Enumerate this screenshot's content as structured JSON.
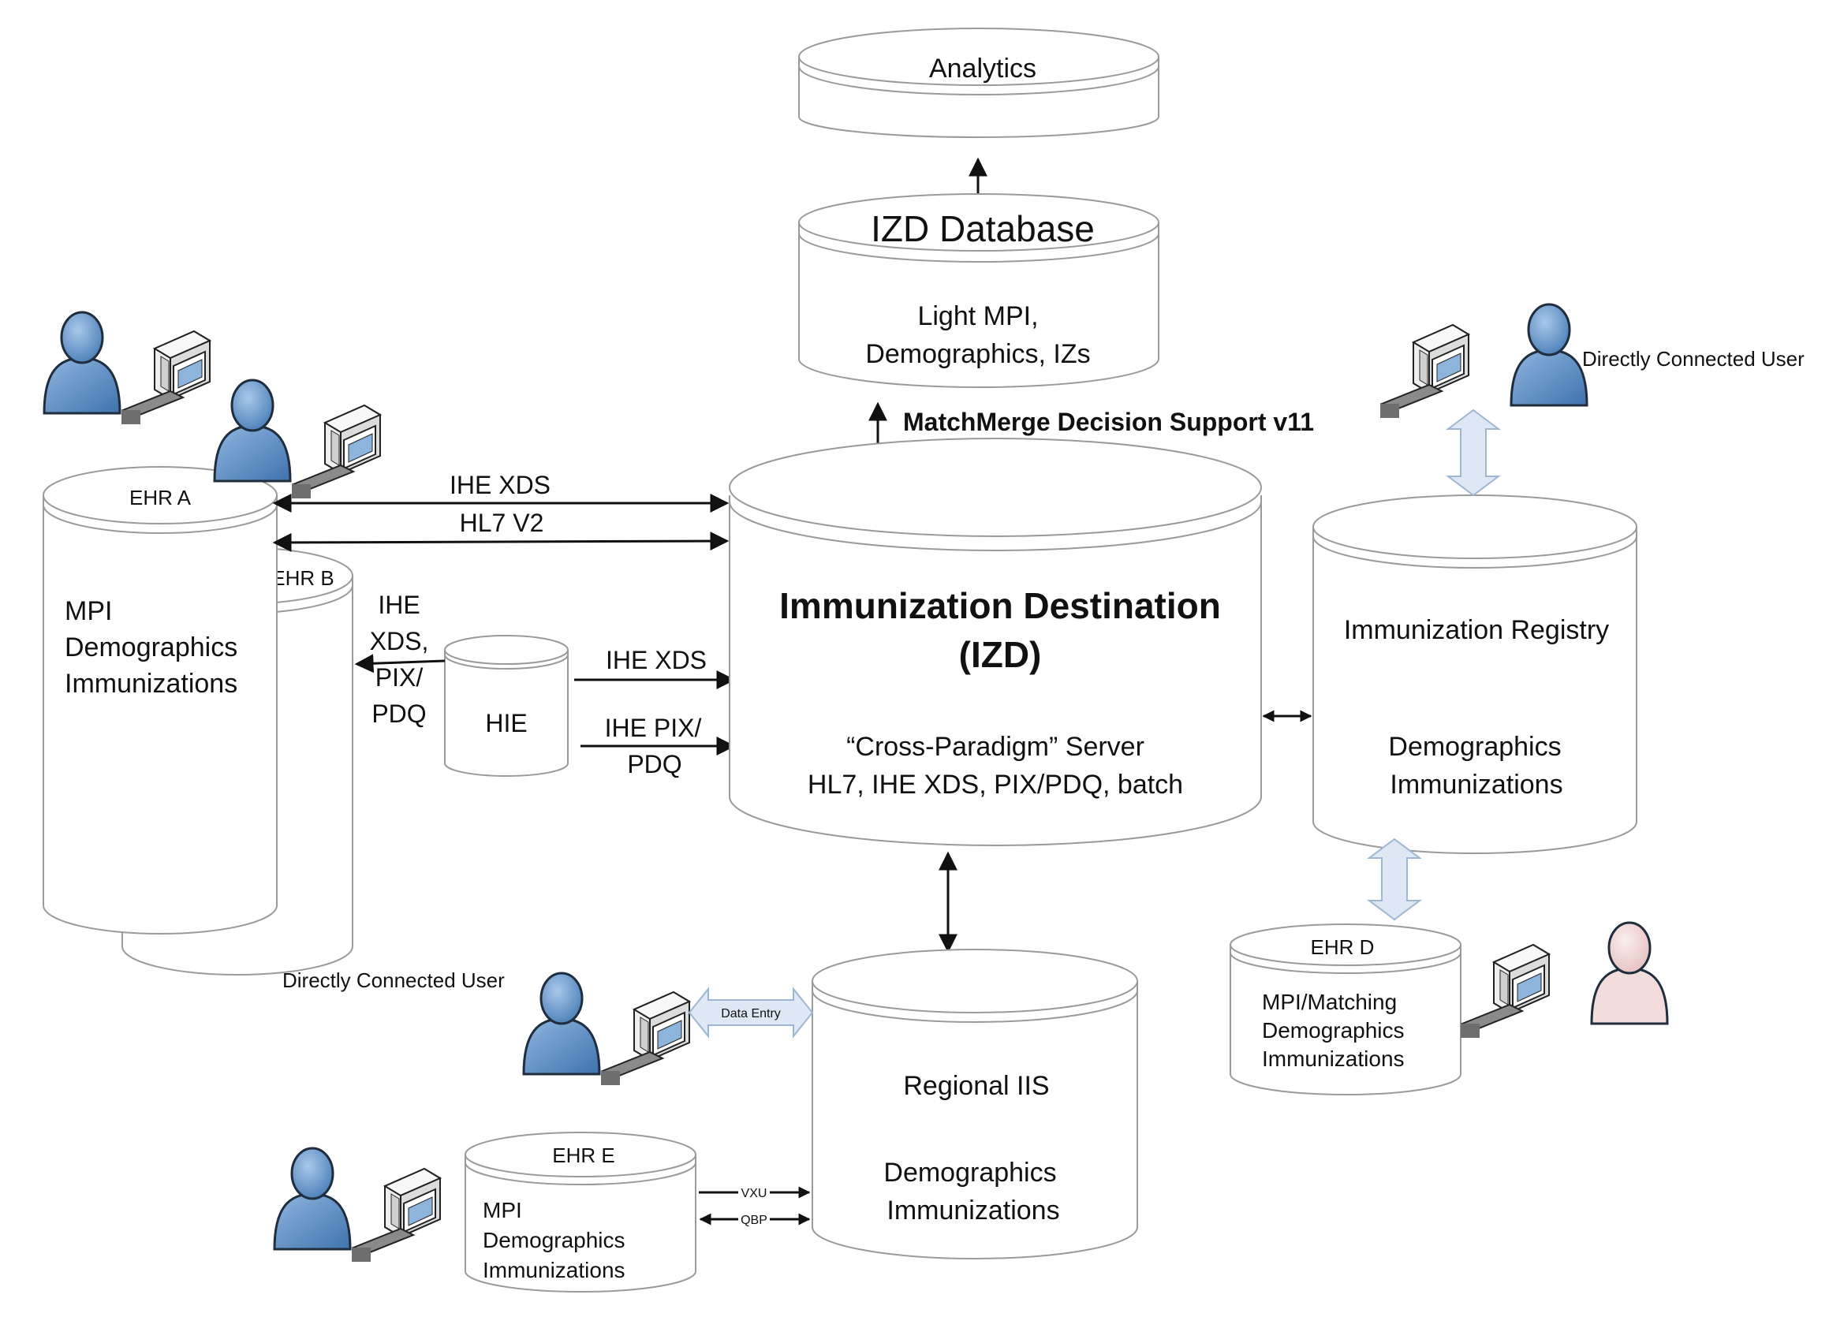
{
  "analytics": {
    "label": "Analytics"
  },
  "izd_db": {
    "title": "IZD Database",
    "line1": "Light MPI,",
    "line2": "Demographics, IZs"
  },
  "matchmerge": {
    "label": "MatchMerge Decision Support v11"
  },
  "izd": {
    "title1": "Immunization Destination",
    "title2": "(IZD)",
    "sub1": "“Cross-Paradigm” Server",
    "sub2": "HL7, IHE XDS, PIX/PDQ, batch"
  },
  "ehr_a": {
    "label": "EHR A",
    "line1": "MPI",
    "line2": "Demographics",
    "line3": "Immunizations"
  },
  "ehr_b": {
    "label": "EHR B"
  },
  "hie": {
    "label": "HIE"
  },
  "links": {
    "ihe_xds_top": "IHE XDS",
    "hl7_v2": "HL7 V2",
    "hie_to_ehr_1": "IHE",
    "hie_to_ehr_2": "XDS,",
    "hie_to_ehr_3": "PIX/",
    "hie_to_ehr_4": "PDQ",
    "hie_xds": "IHE XDS",
    "hie_pix_1": "IHE PIX/",
    "hie_pix_2": "PDQ",
    "data_entry": "Data Entry",
    "vxu": "VXU",
    "qbp": "QBP"
  },
  "registry": {
    "title": "Immunization Registry",
    "line1": "Demographics",
    "line2": "Immunizations"
  },
  "ehr_d": {
    "label": "EHR D",
    "line1": "MPI/Matching",
    "line2": "Demographics",
    "line3": "Immunizations"
  },
  "regional": {
    "title": "Regional IIS",
    "line1": "Demographics",
    "line2": "Immunizations"
  },
  "ehr_e": {
    "label": "EHR E",
    "line1": "MPI",
    "line2": "Demographics",
    "line3": "Immunizations"
  },
  "users": {
    "top_right": "Directly Connected User",
    "bottom_left": "Directly Connected User"
  },
  "colors": {
    "user_blue": "#5b8fc7",
    "user_pink": "#f0d6d6",
    "stroke": "#9a9a9a",
    "arrow": "#111111",
    "block_arrow_fill": "#dde8f4",
    "block_arrow_stroke": "#9fb6d2"
  },
  "icons": [
    "user-icon",
    "computer-icon",
    "database-cylinder-icon"
  ]
}
